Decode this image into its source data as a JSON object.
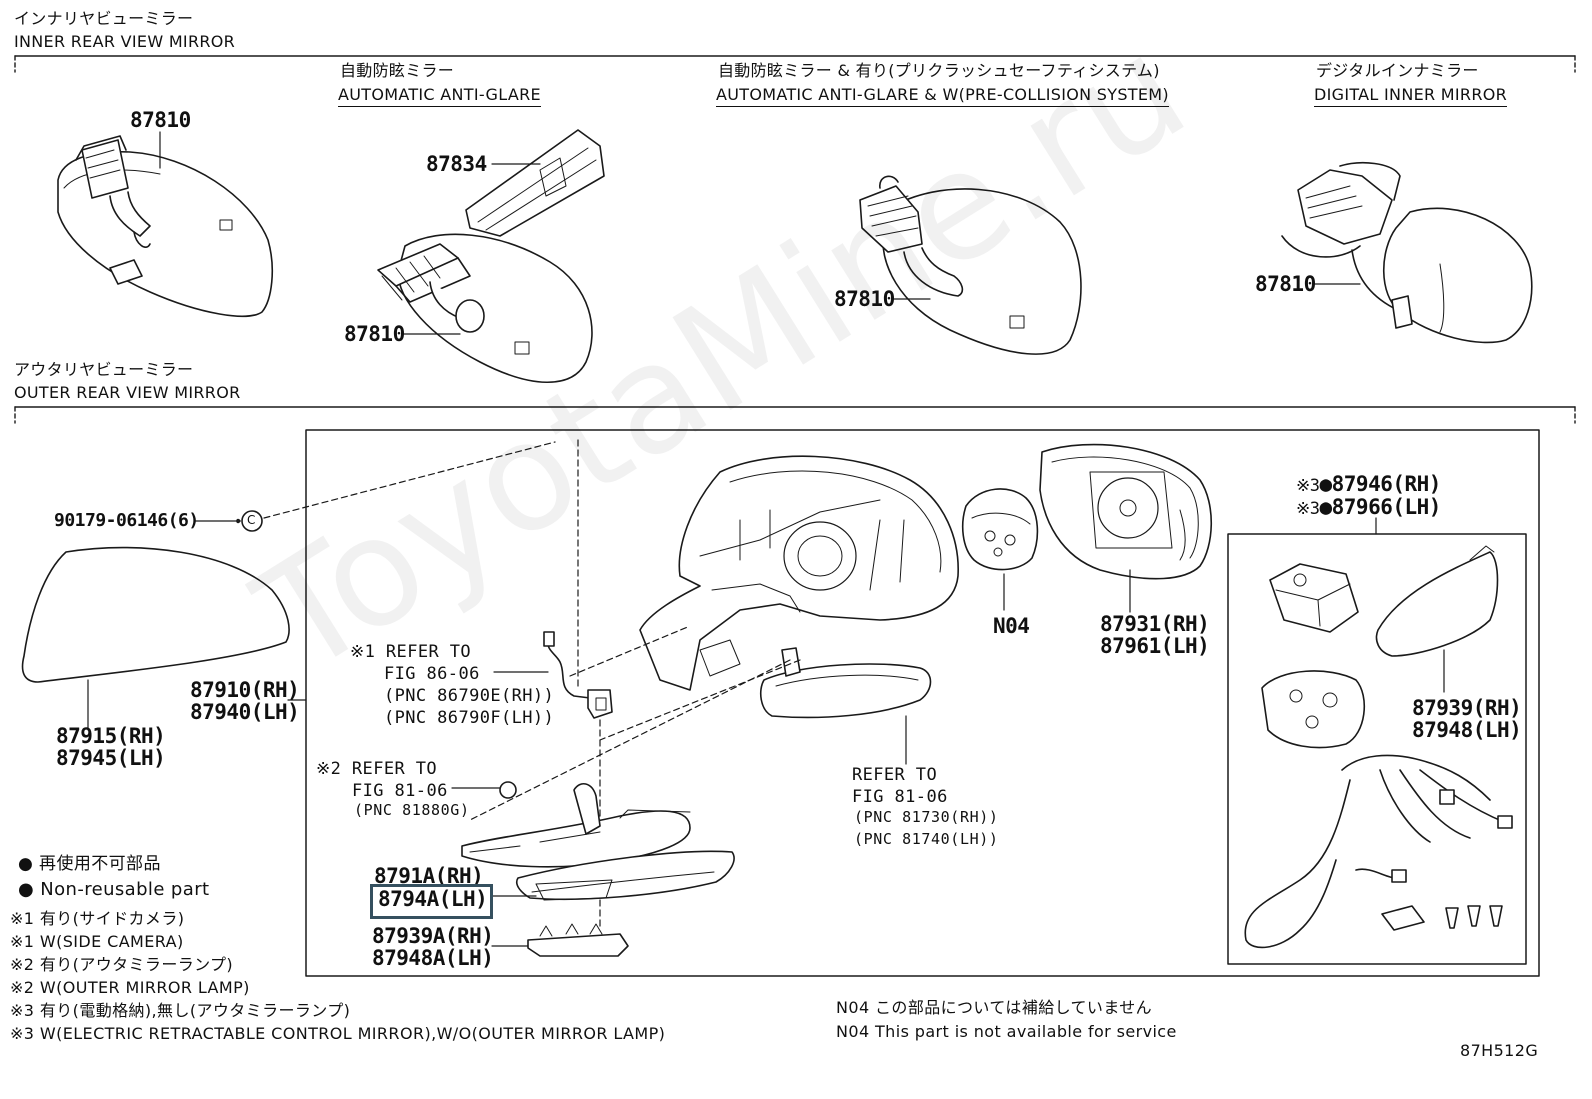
{
  "inner": {
    "title_jp": "インナリヤビューミラー",
    "title_en": "INNER REAR VIEW MIRROR",
    "variants": [
      {
        "jp": "自動防眩ミラー",
        "en": "AUTOMATIC ANTI-GLARE"
      },
      {
        "jp": "自動防眩ミラー & 有り(プリクラッシュセーフティシステム)",
        "en": "AUTOMATIC ANTI-GLARE & W(PRE-COLLISION SYSTEM)"
      },
      {
        "jp": "デジタルインナミラー",
        "en": "DIGITAL INNER MIRROR"
      }
    ],
    "labels": [
      "87810",
      "87834",
      "87810",
      "87810",
      "87810"
    ]
  },
  "outer": {
    "title_jp": "アウタリヤビューミラー",
    "title_en": "OUTER REAR VIEW MIRROR",
    "bolt": "90179-06146(6)",
    "bolt_symbol": "C",
    "cover_rh": "87915(RH)",
    "cover_lh": "87945(LH)",
    "assy_rh": "87910(RH)",
    "assy_lh": "87940(LH)",
    "ref1": {
      "mark": "※1",
      "line1": "REFER TO",
      "line2": "FIG 86-06",
      "line3": "(PNC 86790E(RH))",
      "line4": "(PNC 86790F(LH))"
    },
    "ref2": {
      "mark": "※2",
      "line1": "REFER TO",
      "line2": "FIG 81-06",
      "line3": "(PNC 81880G)"
    },
    "ref3": {
      "line1": "REFER TO",
      "line2": "FIG 81-06",
      "line3": "(PNC 81730(RH))",
      "line4": "(PNC 81740(LH))"
    },
    "n04": "N04",
    "glass_rh": "87931(RH)",
    "glass_lh": "87961(LH)",
    "p8791a": "8791A(RH)",
    "p8794a": "8794A(LH)",
    "p87939a": "87939A(RH)",
    "p87948a": "87948A(LH)",
    "box_mark": "※3",
    "p87946": "87946(RH)",
    "p87966": "87966(LH)",
    "p87939": "87939(RH)",
    "p87948": "87948(LH)"
  },
  "legend": {
    "bullet": "●",
    "nonreusable_jp": "再使用不可部品",
    "nonreusable_en": "Non-reusable part",
    "notes": [
      "※1 有り(サイドカメラ)",
      "※1 W(SIDE CAMERA)",
      "※2 有り(アウタミラーランプ)",
      "※2 W(OUTER MIRROR LAMP)",
      "※3 有り(電動格納),無し(アウタミラーランプ)",
      "※3 W(ELECTRIC RETRACTABLE CONTROL MIRROR),W/O(OUTER MIRROR LAMP)"
    ],
    "n04_jp": "N04 この部品については補給していません",
    "n04_en": "N04 This part is not available for service"
  },
  "figure_code": "87H512G",
  "watermark": "ToyotaMine.ru"
}
